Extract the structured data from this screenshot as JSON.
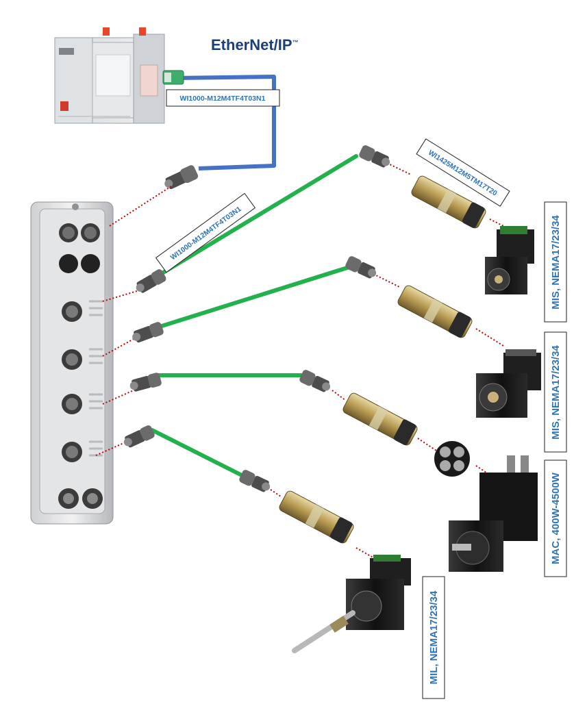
{
  "logo": {
    "text": "EtherNet/IP",
    "suffix": "™"
  },
  "cable_labels": {
    "top": "WI1000-M12M4TF4T03N1",
    "diagonal": "WI1000-M12M4TF4T03N1",
    "motor1": "WI1425M12M5TM17T20"
  },
  "motor_labels": {
    "mis_1": "MIS, NEMA17/23/34",
    "mis_2": "MIS, NEMA17/23/34",
    "mac": "MAC, 400W-4500W",
    "mil": "MIL, NEMA17/23/34"
  },
  "colors": {
    "ethernet_cable": "#4472c4",
    "io_cable": "#22b14c",
    "dotted_link": "#c00000",
    "label_text": "#2e74b5"
  }
}
